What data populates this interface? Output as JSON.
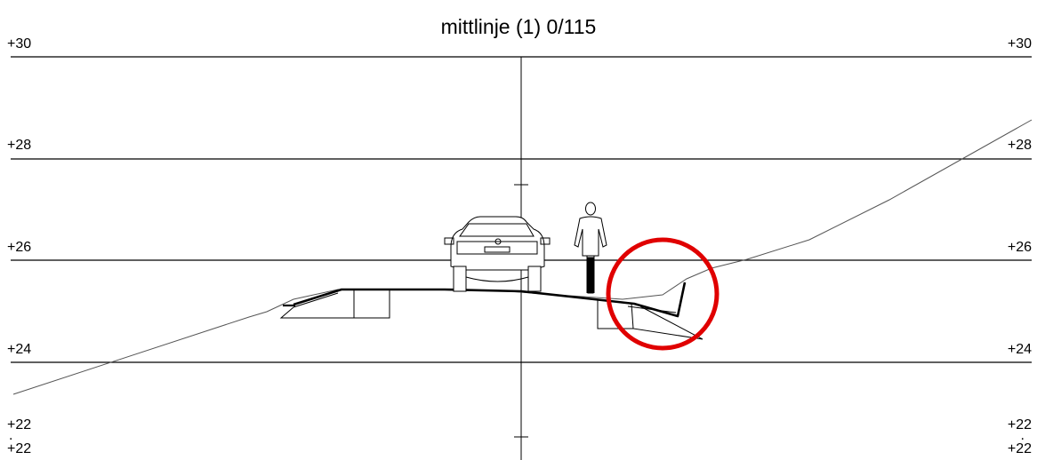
{
  "title": "mittlinje (1) 0/115",
  "elevation_labels": {
    "e30": "+30",
    "e28": "+28",
    "e26": "+26",
    "e24": "+24",
    "e22": "+22",
    "e22b": "+22"
  },
  "dot_marker": ".",
  "figures": {
    "car": "car-silhouette",
    "cyclist": "cyclist-silhouette"
  },
  "highlight_color": "#e00000"
}
